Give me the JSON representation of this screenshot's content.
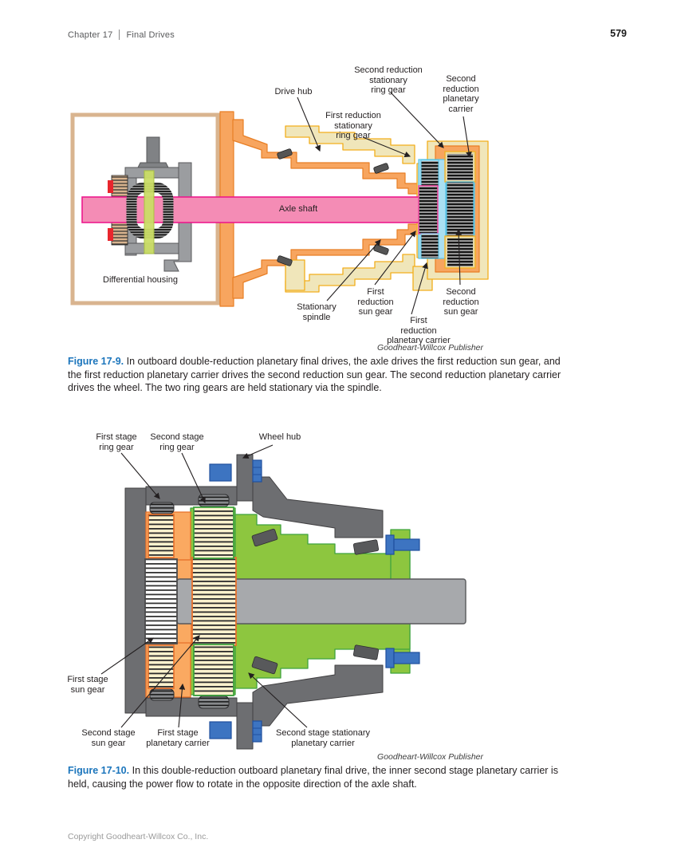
{
  "header": {
    "chapter": "Chapter 17",
    "section": "Final Drives",
    "page_number": "579"
  },
  "figure9": {
    "labels": {
      "drive_hub": "Drive hub",
      "second_reduction_stationary_ring_gear": "Second reduction\nstationary\nring gear",
      "second_reduction_planetary_carrier": "Second\nreduction\nplanetary\ncarrier",
      "first_reduction_stationary_ring_gear": "First reduction\nstationary\nring gear",
      "axle_shaft": "Axle shaft",
      "differential_housing": "Differential housing",
      "stationary_spindle": "Stationary\nspindle",
      "first_reduction_sun_gear": "First\nreduction\nsun gear",
      "first_reduction_planetary_carrier": "First\nreduction\nplanetary carrier",
      "second_reduction_sun_gear": "Second\nreduction\nsun gear"
    },
    "credit": "Goodheart-Willcox Publisher",
    "caption_label": "Figure 17-9.",
    "caption_text": "In outboard double-reduction planetary final drives, the axle drives the first reduction sun gear, and the first reduction planetary carrier drives the second reduction sun gear. The second reduction planetary carrier drives the wheel. The two ring gears are held stationary via the spindle."
  },
  "figure10": {
    "labels": {
      "first_stage_ring_gear": "First stage\nring gear",
      "second_stage_ring_gear": "Second stage\nring gear",
      "wheel_hub": "Wheel hub",
      "first_stage_sun_gear": "First stage\nsun gear",
      "second_stage_sun_gear": "Second stage\nsun gear",
      "first_stage_planetary_carrier": "First stage\nplanetary carrier",
      "second_stage_stationary_planetary_carrier": "Second stage stationary\nplanetary carrier"
    },
    "credit": "Goodheart-Willcox Publisher",
    "caption_label": "Figure 17-10.",
    "caption_text": "In this double-reduction outboard planetary final drive, the inner second stage planetary carrier is held, causing the power flow to rotate in the opposite direction of the axle shaft."
  },
  "footer": {
    "copyright": "Copyright Goodheart-Willcox Co., Inc."
  },
  "palette": {
    "text": "#231f20",
    "accent": "#1b75bc",
    "muted": "#58595b",
    "footer": "#9a9a9a",
    "axle_pink": "#f48cb5",
    "axle_pink_stroke": "#ec1a8d",
    "hub_orange": "#f7a55f",
    "hub_orange_stroke": "#e87e24",
    "spindle_cream": "#f0e6ba",
    "spindle_cream_stroke": "#f2ae1c",
    "carrier_blue": "#aadff2",
    "carrier_blue_stroke": "#59c5e8",
    "khaki": "#e6d9a4",
    "sun_pink_stroke": "#ec4da1",
    "housing_tan": "#d9b48f",
    "fig10_gray": "#6d6e71",
    "fig10_green": "#8dc63f",
    "fig10_green_stroke": "#3fa33f",
    "fig10_orange": "#faa961",
    "fig10_orange_stroke": "#e8702a",
    "shaft_gray": "#a7a9ac",
    "bolt_blue": "#3d74c1",
    "bolt_blue_stroke": "#204f9e"
  }
}
